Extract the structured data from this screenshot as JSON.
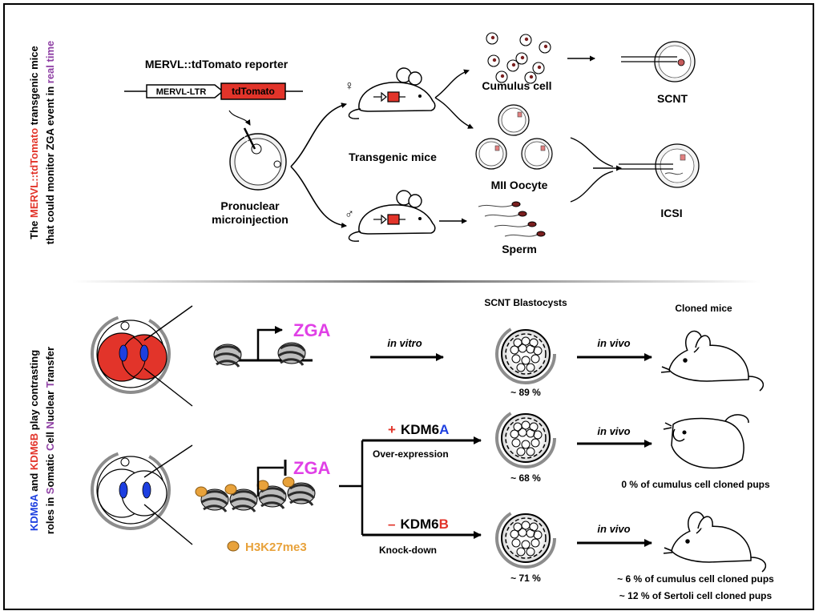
{
  "colors": {
    "red": "#e2342a",
    "purple": "#8e3fa4",
    "blue": "#1d3fe0",
    "magenta": "#e040e6",
    "orange": "#e8a23b",
    "gray": "#8c8c8c",
    "dark": "#2b2b2b"
  },
  "top": {
    "side_title": {
      "p1": "The ",
      "p2": "MERVL::tdTomato",
      "p3": " transgenic mice",
      "p4": "that could monitor ZGA event in ",
      "p5": "real time"
    },
    "reporter_title": "MERVL::tdTomato reporter",
    "ltr_label": "MERVL-LTR",
    "tdtomato_label": "tdTomato",
    "pronuclear_1": "Pronuclear",
    "pronuclear_2": "microinjection",
    "female_symbol": "♀",
    "male_symbol": "♂",
    "transgenic_mice": "Transgenic mice",
    "cumulus_cell": "Cumulus cell",
    "mii_oocyte": "MII Oocyte",
    "sperm": "Sperm",
    "scnt": "SCNT",
    "icsi": "ICSI"
  },
  "bottom": {
    "side_title": {
      "kdm6a": "KDM6A",
      "and": " and ",
      "kdm6b": "KDM6B",
      "rest1": " play contrasting",
      "l2a": "roles in ",
      "somatic": "S",
      "l2b": "omatic ",
      "cell": "C",
      "l2c": "ell ",
      "nuclear": "N",
      "l2d": "uclear ",
      "transfer": "T",
      "l2e": "ransfer"
    },
    "zga_top": "ZGA",
    "zga_bottom": "ZGA",
    "h3k27me3": "H3K27me3",
    "in_vitro": "in vitro",
    "scnt_blastocysts": "SCNT Blastocysts",
    "cloned_mice": "Cloned mice",
    "in_vivo_1": "in vivo",
    "in_vivo_2": "in vivo",
    "in_vivo_3": "in vivo",
    "pct_89": "~ 89 %",
    "pct_68": "~ 68 %",
    "pct_71": "~ 71 %",
    "plus": "+",
    "kdm6_a_prefix": "KDM6",
    "kdm6_a_suffix": "A",
    "over_expression": "Over-expression",
    "minus": "–",
    "kdm6_b_prefix": "KDM6",
    "kdm6_b_suffix": "B",
    "knock_down": "Knock-down",
    "result_a": "0 % of cumulus cell cloned pups",
    "result_b1": "~ 6 % of cumulus cell cloned pups",
    "result_b2": "~ 12 % of Sertoli cell cloned pups"
  }
}
